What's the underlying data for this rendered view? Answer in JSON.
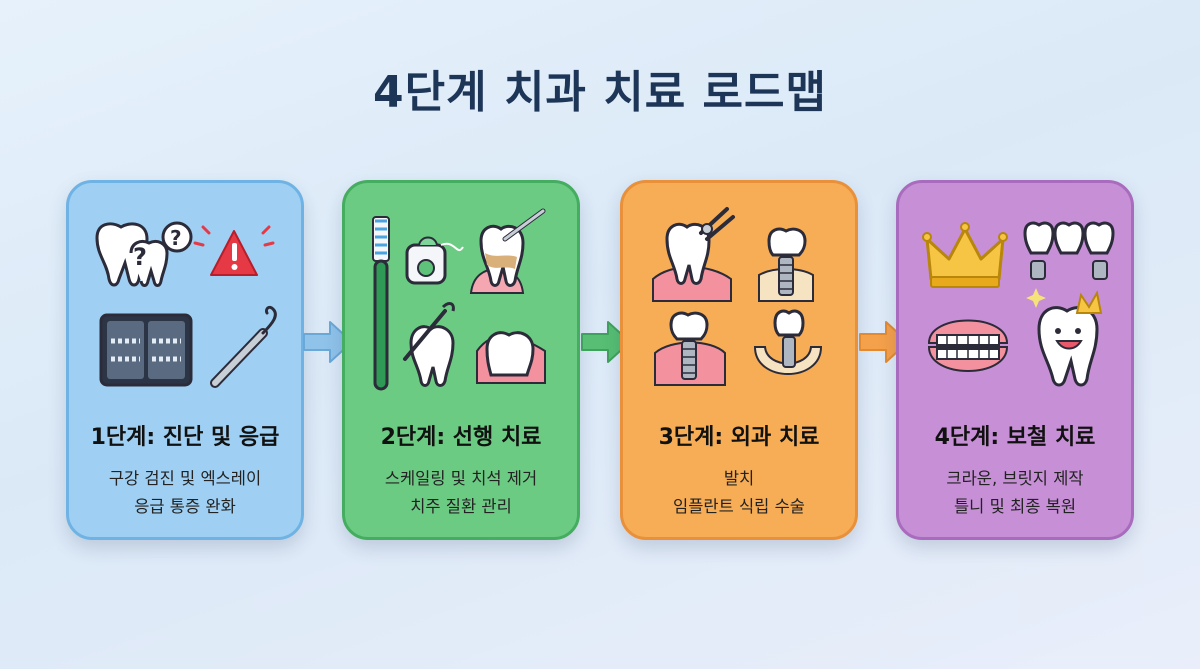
{
  "title": "4단계 치과 치료 로드맵",
  "colors": {
    "stage1": "#9fd0f3",
    "stage2": "#6ccb83",
    "stage3": "#f6ad55",
    "stage4": "#c68fd6",
    "title": "#1d3557"
  },
  "stages": [
    {
      "title": "1단계: 진단 및 응급",
      "lines": [
        "구강 검진 및 엑스레이",
        "응급 통증 완화"
      ],
      "icons": [
        "confused-tooth-icon",
        "warning-icon",
        "xray-film-icon",
        "dental-probe-icon"
      ]
    },
    {
      "title": "2단계: 선행 치료",
      "lines": [
        "스케일링 및 치석 제거",
        "치주 질환 관리"
      ],
      "icons": [
        "toothbrush-icon",
        "dental-floss-icon",
        "tartar-tooth-icon",
        "flossing-tooth-icon",
        "healthy-gum-tooth-icon"
      ]
    },
    {
      "title": "3단계: 외과 치료",
      "lines": [
        "발치",
        "임플란트 식립 수술"
      ],
      "icons": [
        "tooth-extraction-icon",
        "implant-icon",
        "implant-gum-icon",
        "jaw-implant-icon"
      ]
    },
    {
      "title": "4단계: 보철 치료",
      "lines": [
        "크라운, 브릿지 제작",
        "틀니 및 최종 복원"
      ],
      "icons": [
        "crown-icon",
        "bridge-icon",
        "denture-icon",
        "happy-tooth-icon"
      ]
    }
  ]
}
